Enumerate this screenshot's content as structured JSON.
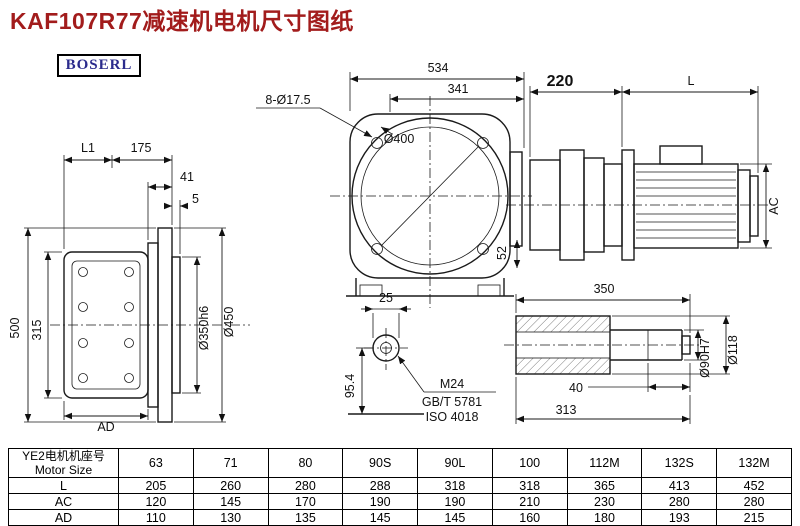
{
  "title": "KAF107R77减速机电机尺寸图纸",
  "brand": "BOSERL",
  "dims": {
    "left": {
      "l1": "L1",
      "d175": "175",
      "d41": "41",
      "d5": "5",
      "d500": "500",
      "d315": "315",
      "ad": "AD",
      "d350": "Ø350h6",
      "d450": "Ø450"
    },
    "front": {
      "d534": "534",
      "d341": "341",
      "holes": "8-Ø17.5",
      "d400": "Ø400",
      "d52": "52",
      "d25": "25",
      "d954": "95.4"
    },
    "motor": {
      "d220": "220",
      "l": "L",
      "ac": "AC"
    },
    "shaft": {
      "d350": "350",
      "d40": "40",
      "d313": "313",
      "d90": "Ø90H7",
      "d118": "Ø118",
      "m24": "M24",
      "gbt": "GB/T 5781",
      "iso": "ISO 4018"
    }
  },
  "table": {
    "header_cn": "YE2电机机座号",
    "header_en": "Motor Size",
    "sizes": [
      "63",
      "71",
      "80",
      "90S",
      "90L",
      "100",
      "112M",
      "132S",
      "132M"
    ],
    "rows": [
      {
        "label": "L",
        "values": [
          "205",
          "260",
          "280",
          "288",
          "318",
          "318",
          "365",
          "413",
          "452"
        ]
      },
      {
        "label": "AC",
        "values": [
          "120",
          "145",
          "170",
          "190",
          "190",
          "210",
          "230",
          "280",
          "280"
        ]
      },
      {
        "label": "AD",
        "values": [
          "110",
          "130",
          "135",
          "145",
          "145",
          "160",
          "180",
          "193",
          "215"
        ]
      }
    ]
  }
}
